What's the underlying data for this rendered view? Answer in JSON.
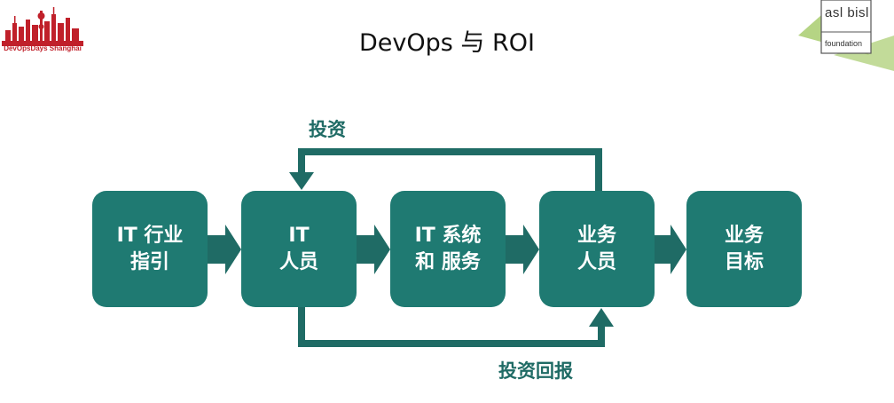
{
  "title": "DevOps 与 ROI",
  "logos": {
    "left_caption": "DevOpsDays Shanghai",
    "right_text_top": "asl bisl",
    "right_text_bottom": "foundation"
  },
  "nodes": [
    {
      "line1": "IT 行业",
      "line2": "指引"
    },
    {
      "line1": "IT",
      "line2": "人员"
    },
    {
      "line1": "IT 系统",
      "line2": "和 服务"
    },
    {
      "line1": "业务",
      "line2": "人员"
    },
    {
      "line1": "业务",
      "line2": "目标"
    }
  ],
  "edges": {
    "top_label": "投资",
    "bottom_label": "投资回报"
  },
  "colors": {
    "node": "#1f7a72",
    "arrow": "#1f6b65",
    "logo_red": "#c0202a",
    "logo_green": "#a8cc6e"
  }
}
